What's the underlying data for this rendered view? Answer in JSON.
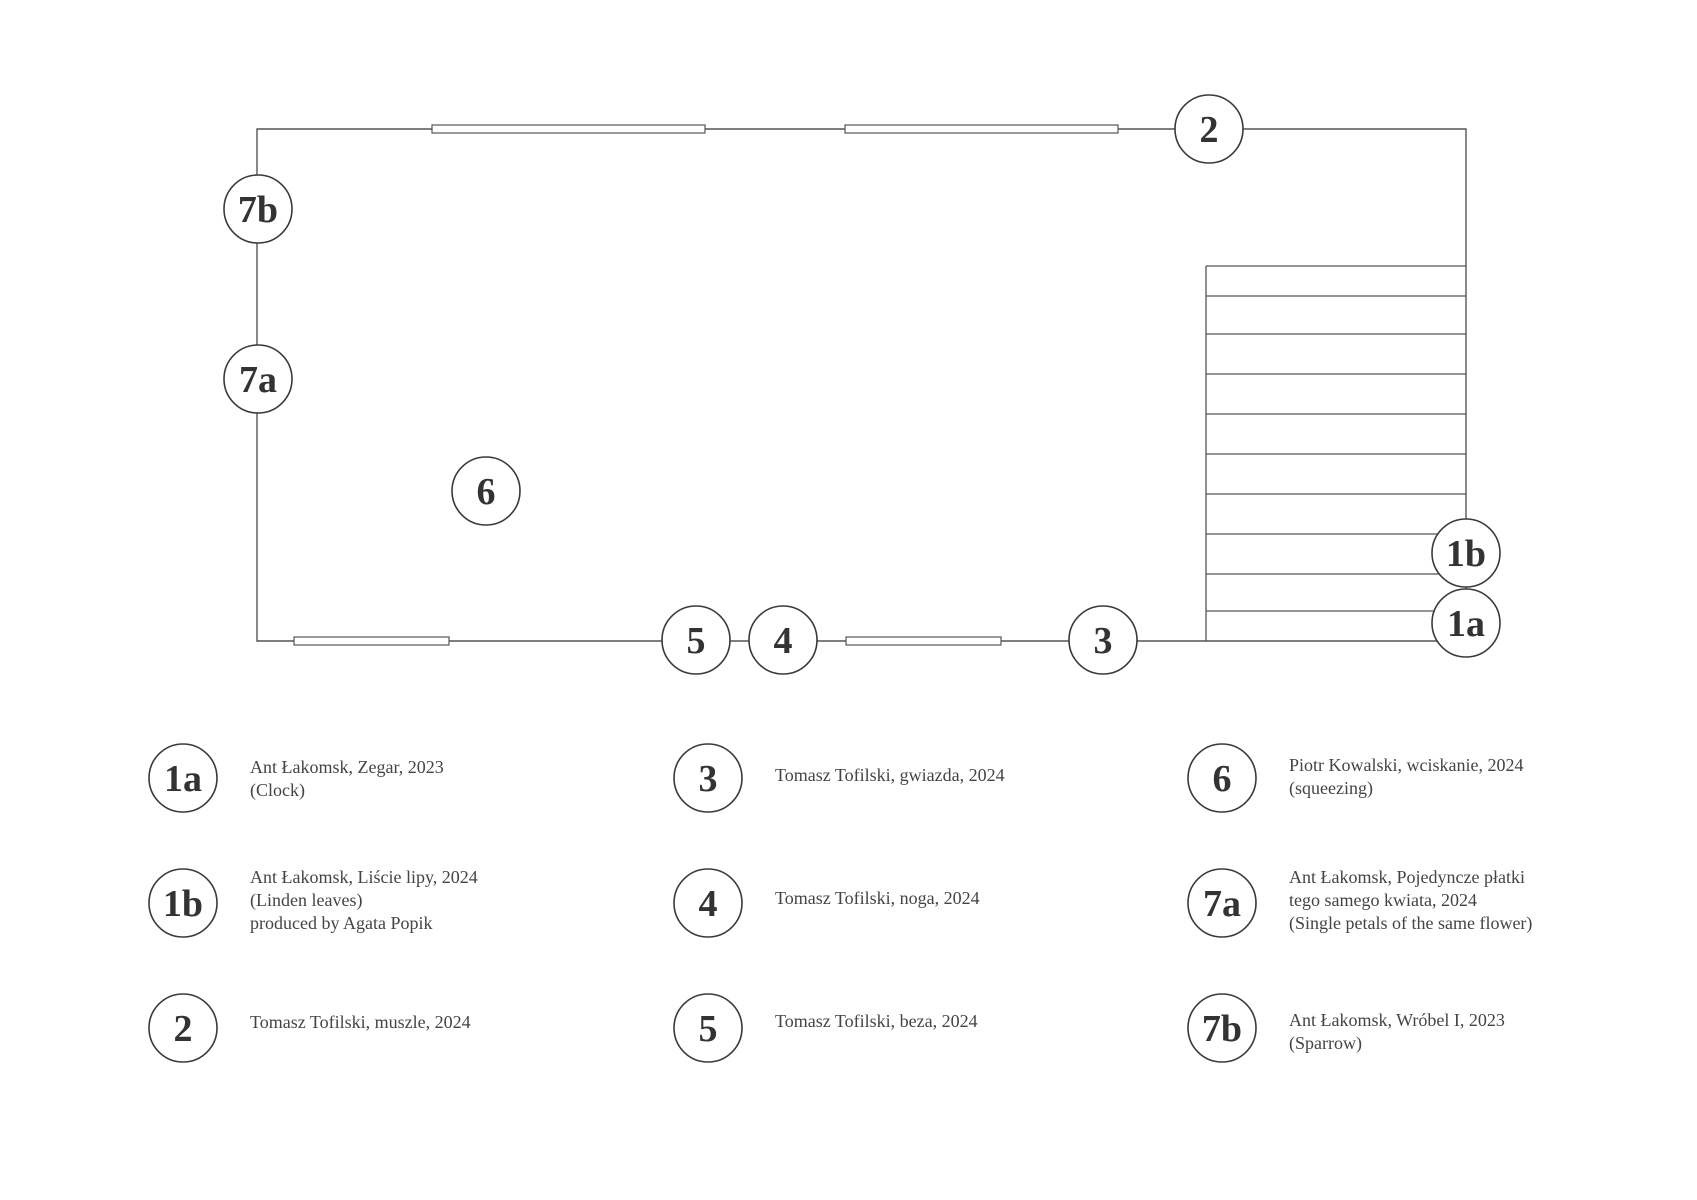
{
  "plan": {
    "markers": [
      {
        "id": "1a",
        "label": "1a"
      },
      {
        "id": "1b",
        "label": "1b"
      },
      {
        "id": "2",
        "label": "2"
      },
      {
        "id": "3",
        "label": "3"
      },
      {
        "id": "4",
        "label": "4"
      },
      {
        "id": "5",
        "label": "5"
      },
      {
        "id": "6",
        "label": "6"
      },
      {
        "id": "7a",
        "label": "7a"
      },
      {
        "id": "7b",
        "label": "7b"
      }
    ]
  },
  "legend": [
    {
      "id": "1a",
      "label": "1a",
      "lines": [
        "Ant Łakomsk, Zegar, 2023",
        "(Clock)"
      ]
    },
    {
      "id": "1b",
      "label": "1b",
      "lines": [
        "Ant Łakomsk, Liście lipy, 2024",
        "(Linden leaves)",
        "produced by Agata Popik"
      ]
    },
    {
      "id": "2",
      "label": "2",
      "lines": [
        "Tomasz Tofilski, muszle, 2024"
      ]
    },
    {
      "id": "3",
      "label": "3",
      "lines": [
        "Tomasz Tofilski, gwiazda, 2024"
      ]
    },
    {
      "id": "4",
      "label": "4",
      "lines": [
        "Tomasz Tofilski, noga, 2024"
      ]
    },
    {
      "id": "5",
      "label": "5",
      "lines": [
        "Tomasz Tofilski, beza, 2024"
      ]
    },
    {
      "id": "6",
      "label": "6",
      "lines": [
        "Piotr Kowalski, wciskanie, 2024",
        "(squeezing)"
      ]
    },
    {
      "id": "7a",
      "label": "7a",
      "lines": [
        "Ant Łakomsk, Pojedyncze płatki",
        "tego samego kwiata, 2024",
        "(Single petals of the same flower)"
      ]
    },
    {
      "id": "7b",
      "label": "7b",
      "lines": [
        "Ant Łakomsk, Wróbel I, 2023",
        "(Sparrow)"
      ]
    }
  ]
}
